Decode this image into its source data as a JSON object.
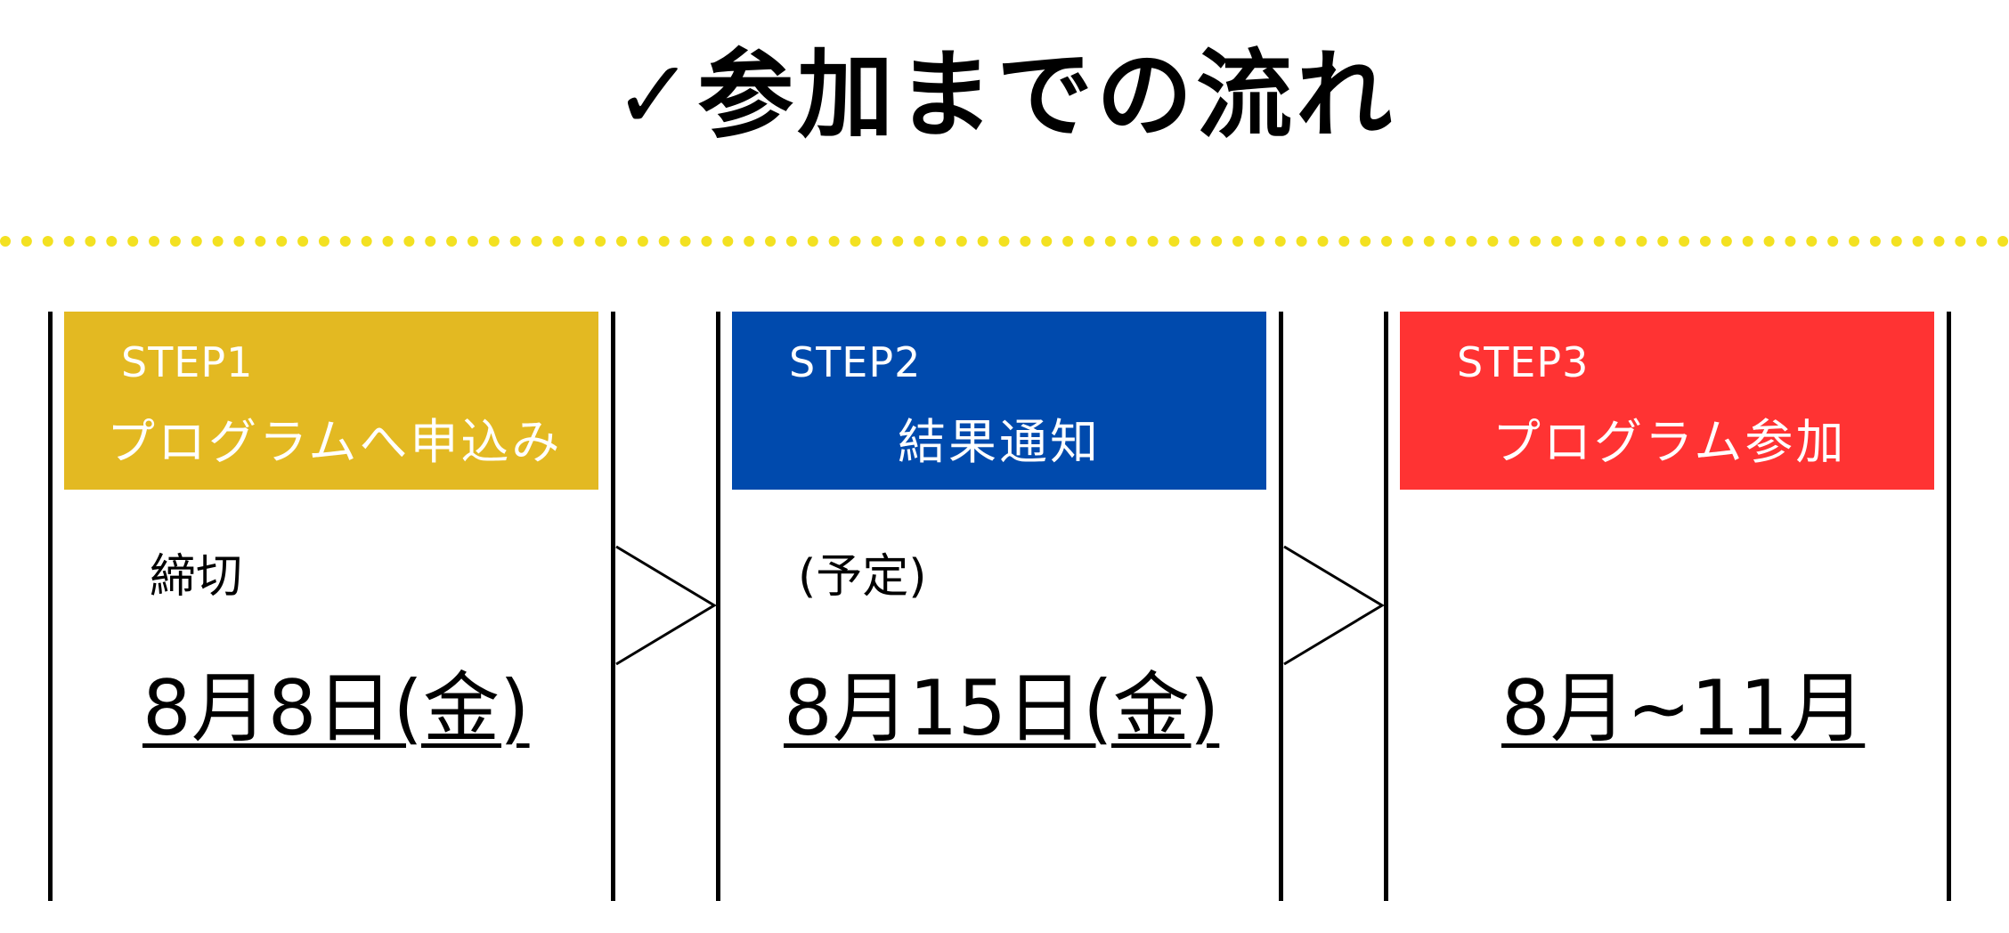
{
  "title": "✓参加までの流れ",
  "colors": {
    "divider": "#f3e121",
    "step1": "#e3b922",
    "step2": "#004aad",
    "step3": "#ff3333"
  },
  "steps": [
    {
      "label": "STEP1",
      "name": "プログラムへ申込み",
      "note": "締切",
      "date": "8月8日(金)"
    },
    {
      "label": "STEP2",
      "name": "結果通知",
      "note": "(予定)",
      "date": "8月15日(金)"
    },
    {
      "label": "STEP3",
      "name": "プログラム参加",
      "note": "",
      "date": "8月~11月"
    }
  ]
}
